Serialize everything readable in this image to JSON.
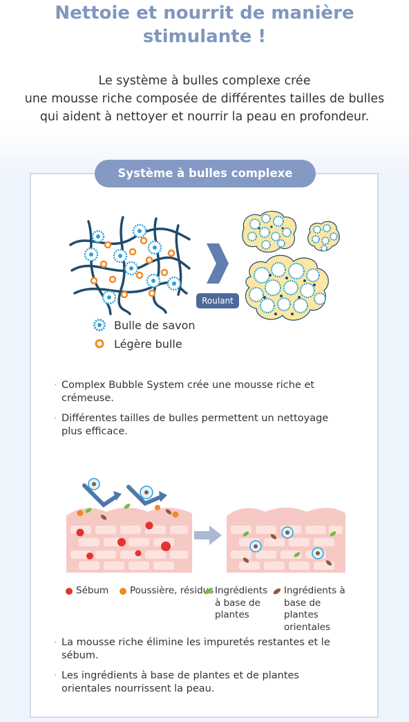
{
  "header": {
    "title_line1": "Nettoie et nourrit de manière",
    "title_line2": "stimulante !"
  },
  "intro": {
    "line1": "Le système à bulles complexe crée",
    "line2": "une mousse riche composée de différentes tailles de bulles",
    "line3": "qui aident à nettoyer et nourrir la peau en profondeur."
  },
  "panel": {
    "badge": "Système à bulles complexe",
    "diagram1": {
      "arrow_label": "Roulant",
      "legend": [
        {
          "icon": "soap-bubble-icon",
          "label": "Bulle de savon"
        },
        {
          "icon": "light-bubble-icon",
          "label": "Légère bulle"
        }
      ]
    },
    "bullets1": [
      "Complex Bubble System crée une mousse riche et crémeuse.",
      "Différentes tailles de bulles permettent un nettoyage plus efficace."
    ],
    "diagram2": {
      "legend": [
        {
          "icon": "sebum-icon",
          "label": "Sébum"
        },
        {
          "icon": "dust-icon",
          "label": "Poussière, résidus"
        },
        {
          "icon": "green-leaf-icon",
          "label": "Ingrédients à base de plantes"
        },
        {
          "icon": "brown-leaf-icon",
          "label": "Ingrédients à base de plantes orientales"
        }
      ]
    },
    "bullets2": [
      "La mousse riche élimine les impuretés restantes et le sébum.",
      "Les ingrédients à base de plantes et de plantes orientales nourrissent la peau."
    ]
  },
  "colors": {
    "title": "#8096bf",
    "badge": "#8499c4",
    "bubble_blue": "#2aa1d3",
    "bubble_orange": "#f08a24",
    "skin_pink": "#f6c9c4",
    "panel_border": "#d0dcee"
  }
}
